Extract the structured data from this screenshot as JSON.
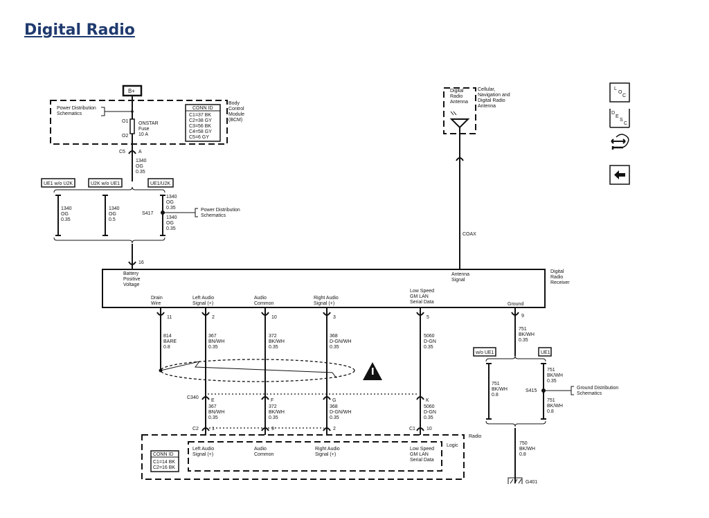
{
  "page_title": "Digital Radio",
  "power": {
    "b_plus": "B+"
  },
  "bcm": {
    "name": [
      "Body",
      "Control",
      "Module",
      "(BCM)"
    ],
    "power_dist": [
      "Power Distribution",
      "Schematics"
    ],
    "fuse_pins": [
      "O1",
      "O2"
    ],
    "fuse": [
      "ONSTAR",
      "Fuse",
      "10 A"
    ],
    "conn_id_title": "CONN ID",
    "conn_id": [
      "C1=37 BK",
      "C2=38 GY",
      "C3=56 BK",
      "C4=58 GY",
      "C5=6 GY"
    ],
    "connector": [
      "C5",
      "A"
    ]
  },
  "wire_1340_main": [
    "1340",
    "OG",
    "0.35"
  ],
  "options_top": [
    "UE1 w/o U2K",
    "U2K w/o UE1",
    "UE1/U2K"
  ],
  "splice_top": {
    "left": [
      "1340",
      "OG",
      "0.35"
    ],
    "mid": [
      "1340",
      "OG",
      "0.5"
    ],
    "right_up": [
      "1340",
      "OG",
      "0.35"
    ],
    "right_down": [
      "1340",
      "OG",
      "0.35"
    ],
    "splice": "S417",
    "ref": [
      "Power Distribution",
      "Schematics"
    ]
  },
  "receiver": {
    "name": [
      "Digital",
      "Radio",
      "Receiver"
    ],
    "bpv_pin": "16",
    "bpv": [
      "Battery",
      "Positive",
      "Voltage"
    ],
    "antenna": [
      "Antenna",
      "Signal"
    ],
    "pins": [
      {
        "label": [
          "Drain",
          "Wire"
        ],
        "pin": "11",
        "wire": [
          "814",
          "BARE",
          "0.8"
        ]
      },
      {
        "label": [
          "Left Audio",
          "Signal (+)"
        ],
        "pin": "2",
        "wire": [
          "367",
          "BN/WH",
          "0.35"
        ]
      },
      {
        "label": [
          "Audio",
          "Common"
        ],
        "pin": "10",
        "wire": [
          "372",
          "BK/WH",
          "0.35"
        ]
      },
      {
        "label": [
          "Right Audio",
          "Signal (+)"
        ],
        "pin": "3",
        "wire": [
          "368",
          "D-GN/WH",
          "0.35"
        ]
      },
      {
        "label": [
          "Low Speed",
          "GM LAN",
          "Serial Data"
        ],
        "pin": "5",
        "wire": [
          "5060",
          "D-GN",
          "0.35"
        ]
      },
      {
        "label": [
          "Ground"
        ],
        "pin": "9",
        "wire": [
          "751",
          "BK/WH",
          "0.35"
        ]
      }
    ]
  },
  "antenna": {
    "inner": [
      "Digital",
      "Radio",
      "Antenna"
    ],
    "outer": [
      "Cellular,",
      "Navigation and",
      "Digital Radio",
      "Antenna"
    ],
    "coax": "COAX"
  },
  "inline_c340": {
    "name": "C340",
    "pins": [
      "E",
      "F",
      "G",
      "K"
    ],
    "wires": [
      [
        "367",
        "BN/WH",
        "0.35"
      ],
      [
        "372",
        "BK/WH",
        "0.35"
      ],
      [
        "368",
        "D-GN/WH",
        "0.35"
      ],
      [
        "5060",
        "D-GN",
        "0.35"
      ]
    ]
  },
  "radio": {
    "name": "Radio",
    "logic": "Logic",
    "c2": "C2",
    "c1": "C1",
    "pins": [
      "1",
      "9",
      "2",
      "10"
    ],
    "labels": [
      [
        "Left Audio",
        "Signal (+)"
      ],
      [
        "Audio",
        "Common"
      ],
      [
        "Right Audio",
        "Signal (+)"
      ],
      [
        "Low Speed",
        "GM LAN",
        "Serial Data"
      ]
    ],
    "conn_id_title": "CONN ID",
    "conn_id": [
      "C1=14 BK",
      "C2=16 BK"
    ]
  },
  "ground": {
    "options": [
      "w/o UE1",
      "UE1"
    ],
    "left": [
      "751",
      "BK/WH",
      "0.8"
    ],
    "right_up": [
      "751",
      "BK/WH",
      "0.35"
    ],
    "right_down": [
      "751",
      "BK/WH",
      "0.8"
    ],
    "splice": "S415",
    "ref": [
      "Ground Distribution",
      "Schematics"
    ],
    "main": [
      "750",
      "BK/WH",
      "0.8"
    ],
    "g": "G401"
  },
  "side_icons": [
    {
      "name": "loc-icon",
      "letters": [
        "L",
        "O",
        "C"
      ]
    },
    {
      "name": "desc-icon",
      "letters": [
        "D",
        "E",
        "S",
        "C"
      ]
    },
    {
      "name": "connector-repair-icon"
    },
    {
      "name": "back-arrow-icon"
    }
  ]
}
